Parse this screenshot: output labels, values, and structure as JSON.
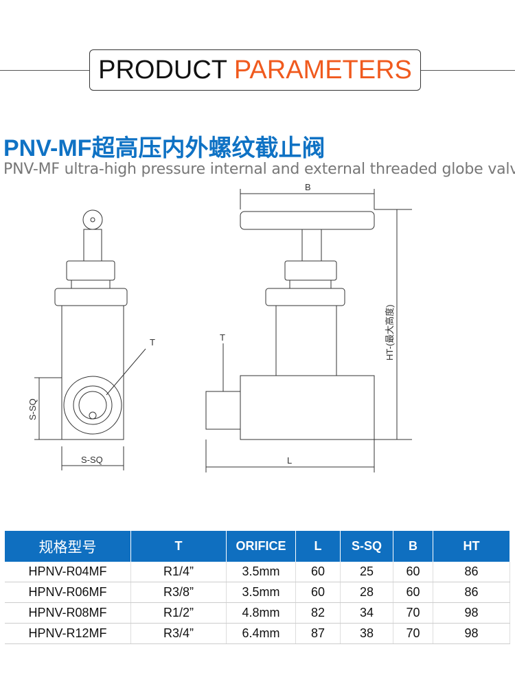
{
  "banner": {
    "part1": "PRODUCT ",
    "part2": "PARAMETERS"
  },
  "title": "PNV-MF超高压内外螺纹截止阀",
  "subtitle": "PNV-MF ultra-high pressure internal and external threaded globe valve",
  "drawing": {
    "label_t_left": "T",
    "label_ssq_v": "S-SQ",
    "label_ssq_h": "S-SQ",
    "label_b": "B",
    "label_ht": "HT-(最大高度)",
    "label_t_right": "T",
    "label_l": "L"
  },
  "table": {
    "headers": [
      "规格型号",
      "T",
      "ORIFICE",
      "L",
      "S-SQ",
      "B",
      "HT"
    ],
    "rows": [
      [
        "HPNV-R04MF",
        "R1/4”",
        "3.5mm",
        "60",
        "25",
        "60",
        "86"
      ],
      [
        "HPNV-R06MF",
        "R3/8”",
        "3.5mm",
        "60",
        "28",
        "60",
        "86"
      ],
      [
        "HPNV-R08MF",
        "R1/2”",
        "4.8mm",
        "82",
        "34",
        "70",
        "98"
      ],
      [
        "HPNV-R12MF",
        "R3/4”",
        "6.4mm",
        "87",
        "38",
        "70",
        "98"
      ]
    ]
  },
  "colors": {
    "accent": "#f05a1e",
    "brand": "#0f72c4",
    "header_bg": "#0f6fc0"
  }
}
